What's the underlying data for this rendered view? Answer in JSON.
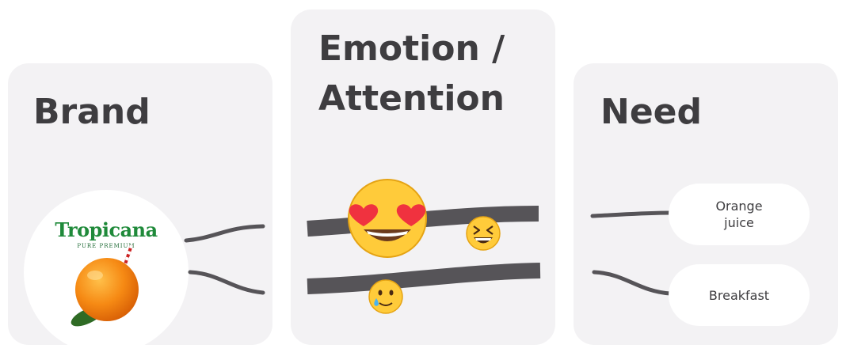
{
  "columns": {
    "brand": {
      "title": "Brand",
      "logo_text": "Tropicana",
      "logo_subtext": "PURE PREMIUM"
    },
    "emotion": {
      "title_line1": "Emotion /",
      "title_line2": "Attention",
      "emojis": [
        "heart-eyes-emoji",
        "laughing-emoji",
        "smiling-tear-emoji"
      ]
    },
    "need": {
      "items": [
        "Orange juice",
        "Breakfast"
      ]
    }
  },
  "colors": {
    "panel": "#f3f2f4",
    "stroke": "#565458",
    "title": "#3e3d40",
    "logo_green": "#1f8a3a"
  }
}
